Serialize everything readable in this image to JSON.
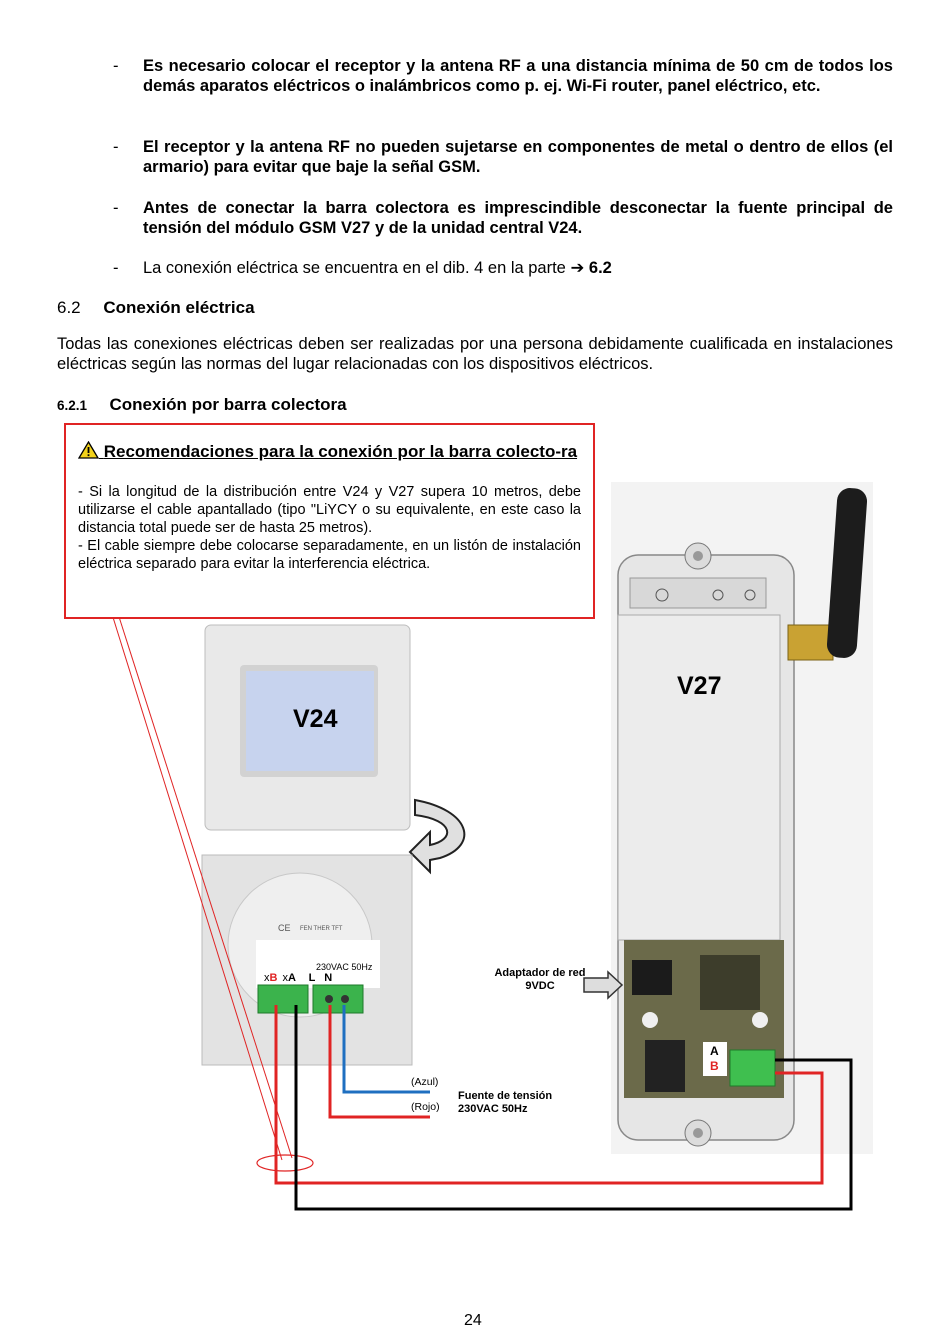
{
  "bullets": [
    {
      "dash": "-",
      "text": "Es necesario colocar el receptor y la antena RF a una distancia mínima de 50 cm de todos los demás aparatos eléctricos o inalámbricos como p. ej. Wi-Fi router, panel eléctrico, etc."
    },
    {
      "dash": "-",
      "text": "El receptor y la antena RF no pueden sujetarse en componentes de metal o dentro de ellos (el armario) para evitar que baje la señal GSM."
    },
    {
      "dash": "-",
      "text": "Antes de conectar la barra colectora es imprescindible desconectar la fuente principal de tensión del módulo GSM V27 y de la unidad central V24."
    },
    {
      "dash": "-",
      "text": "La conexión eléctrica se encuentra en el dib. 4 en la parte",
      "ref_arrow": "➔",
      "ref": "6.2"
    }
  ],
  "section": {
    "number": "6.2",
    "title": "Conexión eléctrica"
  },
  "section_text": "Todas las conexiones eléctricas deben ser realizadas por una persona debidamente cualificada en instalaciones eléctricas según las normas del lugar relacionadas con los dispositivos eléctricos.",
  "subsection": {
    "number": "6.2.1",
    "title": "Conexión por barra colectora"
  },
  "warning": {
    "icon": "warning-triangle-icon",
    "title": "Recomendaciones para la conexión por la barra colecto-ra",
    "lines": [
      "- Si la longitud de la distribución entre V24 y V27 supera 10 metros, debe utilizarse el cable apantallado (tipo \"LiYCY o su equivalente, en este caso la distancia total puede ser de hasta 25 metros).",
      "- El cable siempre debe colocarse separadamente, en un listón de instalación eléctrica separado para evitar la interferencia eléctrica."
    ]
  },
  "diagram": {
    "v24_label": "V24",
    "v27_label": "V27",
    "terminal_voltage": "230VAC 50Hz",
    "terminal_x1": "x",
    "terminal_b": "B",
    "terminal_x2": "x",
    "terminal_a": "A",
    "terminal_l": "L",
    "terminal_n": "N",
    "adapter_label_1": "Adaptador de red",
    "adapter_label_2": "9VDC",
    "ab_a": "A",
    "ab_b": "B",
    "azul_label": "(Azul)",
    "rojo_label": "(Rojo)",
    "power_label_1": "Fuente de tensión",
    "power_label_2": "230VAC 50Hz",
    "ce_mark": "CE",
    "device_text": "FEN THER TFT"
  },
  "colors": {
    "warning_border": "#e02424",
    "wire_red": "#e02424",
    "wire_blue": "#1f6fc0",
    "wire_black": "#000000"
  },
  "page_number": "24"
}
